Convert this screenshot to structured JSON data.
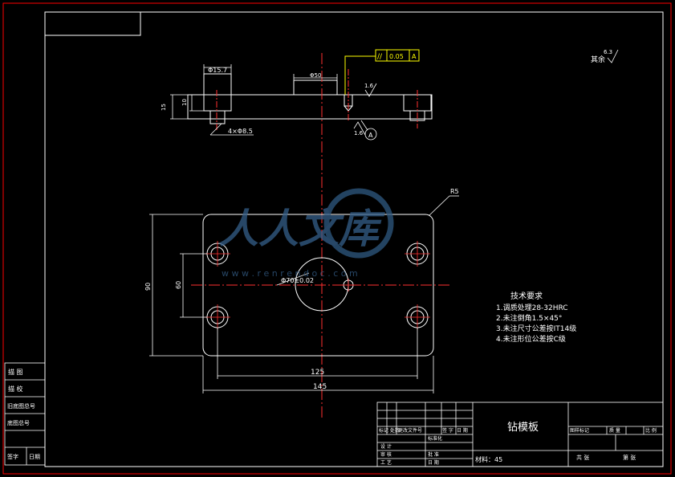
{
  "title_block": {
    "part_name": "钻模板",
    "material": "材料：45",
    "left_cells": [
      "设 计",
      "审 核",
      "工 艺"
    ],
    "left_cells2": [
      "标准化",
      "批 准",
      "日 期"
    ],
    "header_cells": [
      "标记 处数",
      "更改文件号",
      "签 字",
      "日 期"
    ],
    "right_header": [
      "图样标记",
      "质 量",
      "比 例"
    ],
    "right_row": [
      "共 张",
      "第 张"
    ]
  },
  "side_table": [
    "描 图",
    "描 校",
    "旧底图总号",
    "底图总号",
    "签字",
    "日期"
  ],
  "dimensions": {
    "dia_top": "Φ15.7",
    "gap_top": "Φ50",
    "depth": "10",
    "thickness": "15",
    "counterbore": "4×Φ8.5",
    "width_total": "145",
    "width_inner": "125",
    "height_total": "90",
    "height_inner": "60",
    "center_hole": "Φ70±0.02",
    "radius": "R5"
  },
  "tolerance": {
    "symbol": "//",
    "value": "0.05",
    "datum": "A"
  },
  "roughness": {
    "top": "1.6",
    "bottom": "1.6",
    "rest": "其余",
    "rest_value": "6.3"
  },
  "datum_label": "A",
  "tech_notes": {
    "heading": "技术要求",
    "items": [
      "1.调质处理28-32HRC",
      "2.未注倒角1.5×45°",
      "3.未注尺寸公差按IT14级",
      "4.未注形位公差按C级"
    ]
  },
  "watermark": {
    "brand": "人人文库",
    "url": "w w w . r e n r e n d o c . c o m"
  },
  "colors": {
    "frame": "#ff0000",
    "line": "#ffffff",
    "center": "#ff3030",
    "dim": "#ffffff",
    "tol": "#ffff00",
    "cyan": "#00ffff"
  }
}
